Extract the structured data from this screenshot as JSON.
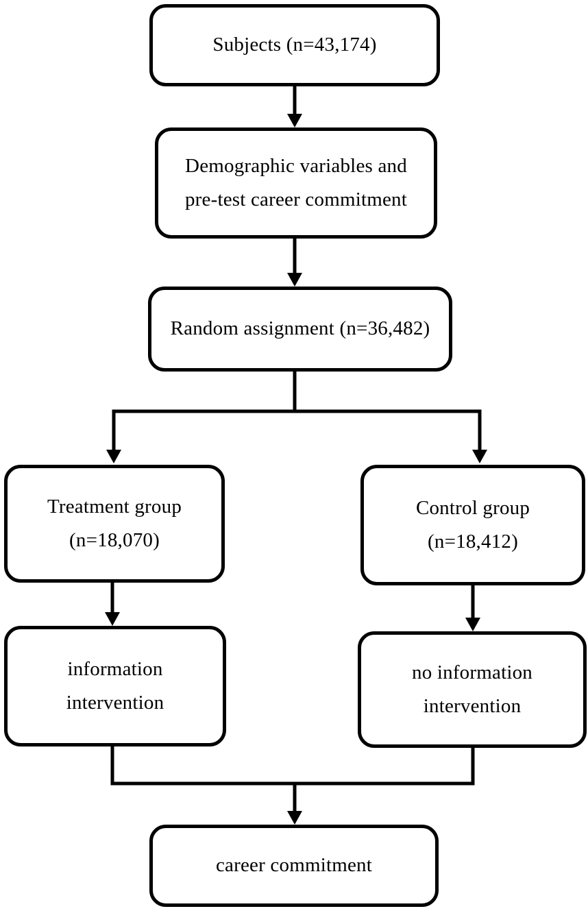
{
  "diagram": {
    "type": "flowchart",
    "description": "Randomized experiment flow diagram",
    "colors": {
      "background": "#ffffff",
      "box_fill": "#ffffff",
      "box_border": "#000000",
      "text": "#000000",
      "line": "#000000"
    },
    "nodes": {
      "subjects": {
        "label": "Subjects (n=43,174)",
        "n": 43174
      },
      "pretest": {
        "label": "Demographic variables and\npre-test career commitment"
      },
      "randomization": {
        "label": "Random assignment (n=36,482)",
        "n": 36482
      },
      "treatment": {
        "label": "Treatment group\n(n=18,070)",
        "n": 18070
      },
      "control": {
        "label": "Control group\n(n=18,412)",
        "n": 18412
      },
      "treatment_interv": {
        "label": "information\nintervention"
      },
      "control_interv": {
        "label": "no information\nintervention"
      },
      "outcome": {
        "label": "career commitment"
      }
    },
    "edges": [
      {
        "from": "subjects",
        "to": "pretest"
      },
      {
        "from": "pretest",
        "to": "randomization"
      },
      {
        "from": "randomization",
        "to": "treatment"
      },
      {
        "from": "randomization",
        "to": "control"
      },
      {
        "from": "treatment",
        "to": "treatment_interv"
      },
      {
        "from": "control",
        "to": "control_interv"
      },
      {
        "from": "treatment_interv",
        "to": "outcome"
      },
      {
        "from": "control_interv",
        "to": "outcome"
      }
    ]
  }
}
